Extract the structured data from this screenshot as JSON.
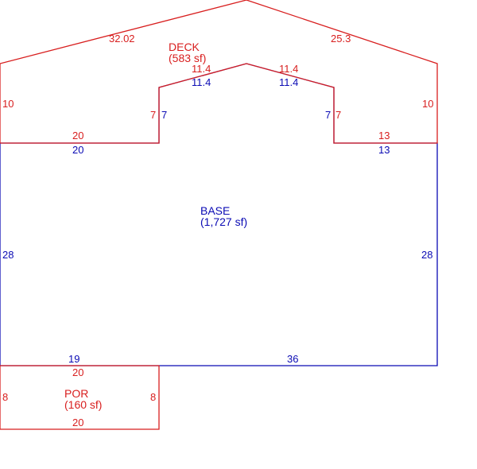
{
  "colors": {
    "deck": "#d81e1e",
    "base": "#0a0ab4",
    "porch": "#d81e1e"
  },
  "areas": {
    "deck": {
      "name": "DECK",
      "area": "(583 sf)"
    },
    "base": {
      "name": "BASE",
      "area": "(1,727 sf)"
    },
    "porch": {
      "name": "POR",
      "area": "(160 sf)"
    }
  },
  "deck_dims": {
    "roof_left": "32.02",
    "roof_right": "25.3",
    "left_side": "10",
    "right_side": "10",
    "bottom_left": "20",
    "bottom_right": "13",
    "notch_left": "7",
    "notch_right": "7",
    "notch_peak_left": "11.4",
    "notch_peak_right": "11.4"
  },
  "base_dims": {
    "top_left": "20",
    "top_right": "13",
    "notch_left": "7",
    "notch_right": "7",
    "notch_peak_left": "11.4",
    "notch_peak_right": "11.4",
    "left": "28",
    "right": "28",
    "bottom_left": "19",
    "bottom_right": "36"
  },
  "porch_dims": {
    "top": "20",
    "bottom": "20",
    "left": "8",
    "right": "8"
  }
}
